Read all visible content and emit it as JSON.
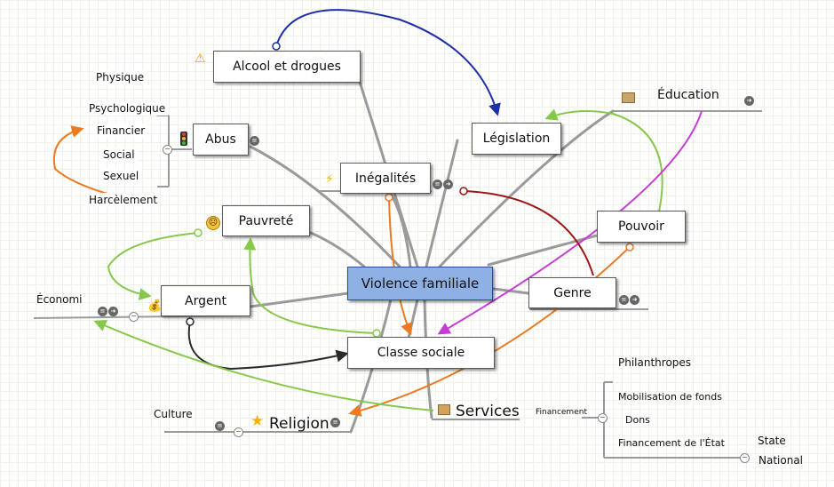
{
  "nodes": {
    "central": "Violence familiale",
    "alcool": "Alcool et drogues",
    "legislation": "Législation",
    "abus": "Abus",
    "inegalites": "Inégalités",
    "pauvrete": "Pauvreté",
    "pouvoir": "Pouvoir",
    "argent": "Argent",
    "genre": "Genre",
    "classe": "Classe sociale"
  },
  "labels": {
    "education": "Éducation",
    "economi": "Économi",
    "culture": "Culture",
    "religion": "Religion",
    "services": "Services",
    "financement": "Financement",
    "philanthropes": "Philanthropes",
    "mobilisation": "Mobilisation de fonds",
    "dons": "Dons",
    "financement_etat": "Financement de l'État",
    "state": "State",
    "national": "National"
  },
  "abus_children": [
    "Physique",
    "Psychologique",
    "Financier",
    "Social",
    "Sexuel",
    "Harcèlement"
  ],
  "icons": {
    "alcool": "warning-icon",
    "abus": "traffic-light-icon",
    "inegalites": "lightning-icon",
    "pauvrete": "sad-face-icon",
    "argent": "money-bag-icon",
    "education": "briefcase-icon",
    "religion": "star-icon",
    "services": "package-icon"
  },
  "colors": {
    "central_fill": "#8fb0e3",
    "branch": "#9a9a9a",
    "blue_link": "#1f2fa8",
    "green_link": "#86c94a",
    "orange_link": "#ec7a22",
    "purple_link": "#c63ad6",
    "red_link": "#a01616",
    "black_link": "#2b2b2b"
  }
}
